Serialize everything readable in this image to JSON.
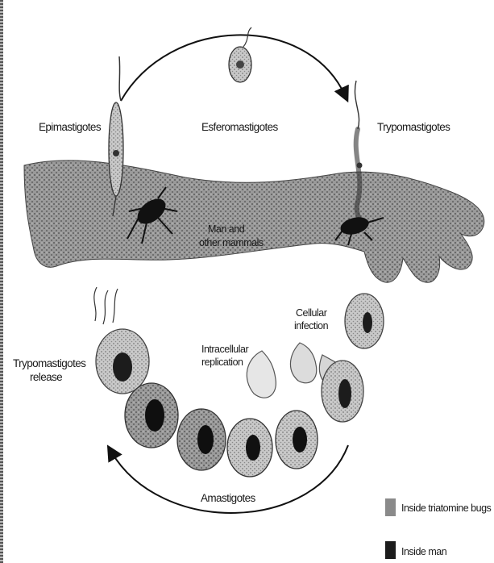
{
  "labels": {
    "epimastigotes": "Epimastigotes",
    "esferomastigotes": "Esferomastigotes",
    "trypomastigotes_top": "Trypomastigotes",
    "man_line1": "Man and",
    "man_line2": "other mammals",
    "cellular_line1": "Cellular",
    "cellular_line2": "infection",
    "intracellular_line1": "Intracellular",
    "intracellular_line2": "replication",
    "release_line1": "Trypomastigotes",
    "release_line2": "release",
    "amastigotes": "Amastigotes"
  },
  "legend": {
    "items": [
      {
        "label": "Inside triatomine bugs",
        "color": "#8a8a8a"
      },
      {
        "label": "Inside man",
        "color": "#1c1c1c"
      }
    ]
  }
}
